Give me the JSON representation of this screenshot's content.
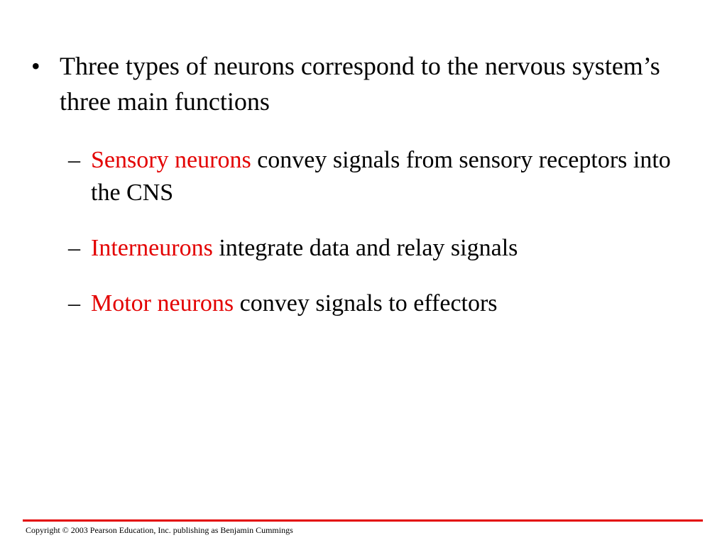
{
  "slide": {
    "bullet_marker": "•",
    "main_bullet": "Three types of neurons correspond to the nervous system’s three main functions",
    "sub_marker": "–",
    "items": [
      {
        "term": "Sensory neurons",
        "rest": " convey signals from sensory receptors into the CNS"
      },
      {
        "term": "Interneurons",
        "rest": " integrate data and relay signals"
      },
      {
        "term": "Motor neurons",
        "rest": " convey signals to effectors"
      }
    ]
  },
  "footer": {
    "copyright": "Copyright © 2003 Pearson Education, Inc. publishing as Benjamin Cummings"
  },
  "colors": {
    "accent": "#e30000",
    "text": "#000000",
    "background": "#ffffff"
  }
}
